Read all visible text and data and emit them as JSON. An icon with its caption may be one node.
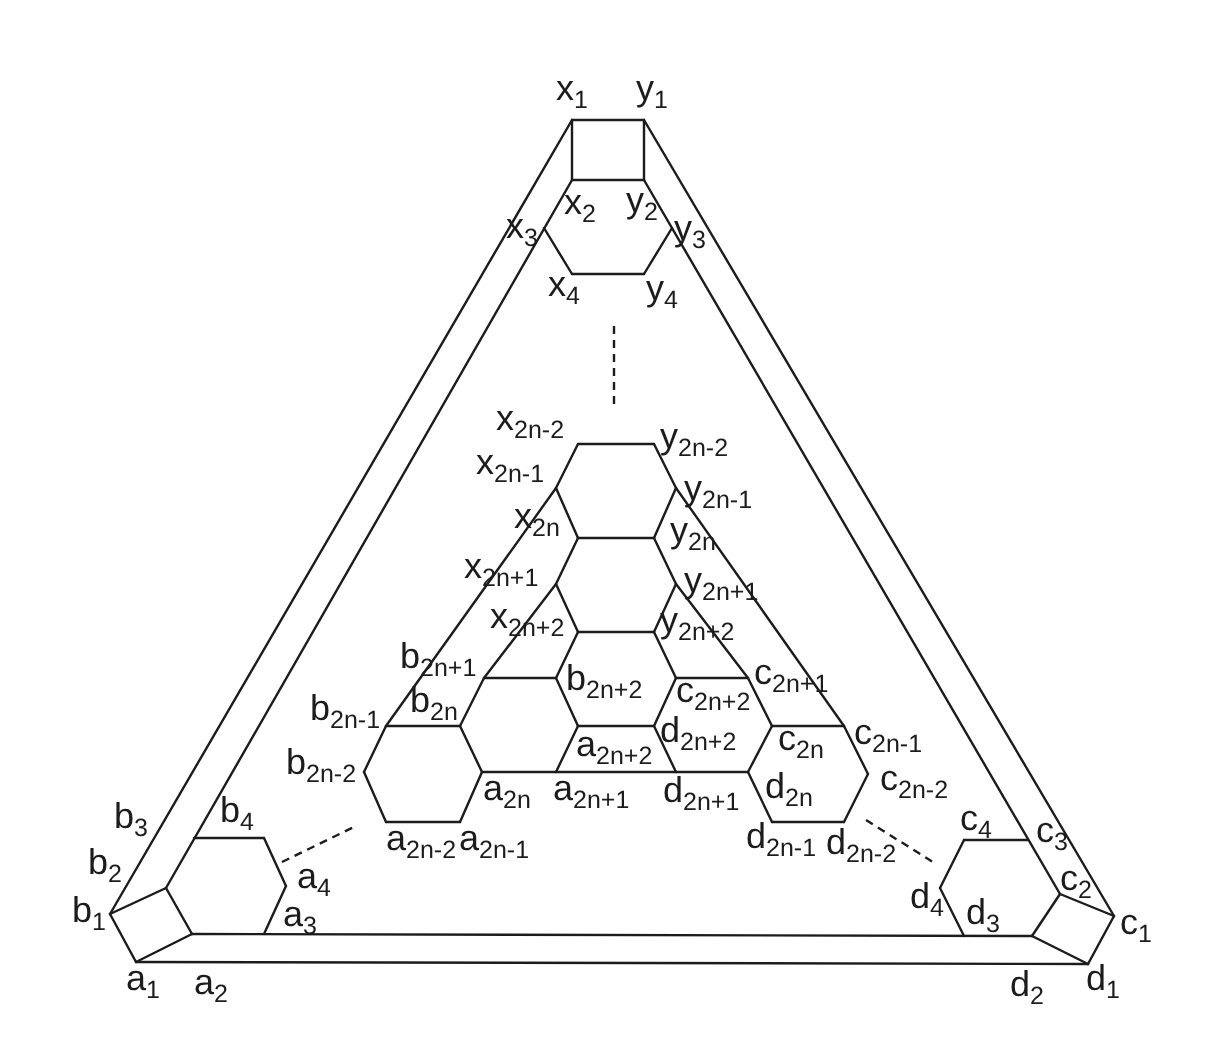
{
  "diagram": {
    "labels": [
      "x$_{1}$",
      "y$_{1}$",
      "x$_{2}$",
      "y$_{2}$",
      "x$_{3}$",
      "y$_{3}$",
      "x$_{4}$",
      "y$_{4}$",
      "x$_{2n-2}$",
      "y$_{2n-2}$",
      "x$_{2n-1}$",
      "y$_{2n-1}$",
      "x$_{2n}$",
      "y$_{2n}$",
      "x$_{2n+1}$",
      "y$_{2n+1}$",
      "x$_{2n+2}$",
      "y$_{2n+2}$",
      "b$_{2n+1}$",
      "b$_{2n+2}$",
      "c$_{2n+2}$",
      "c$_{2n+1}$",
      "b$_{2n-1}$",
      "b$_{2n}$",
      "a$_{2n+2}$",
      "d$_{2n+2}$",
      "c$_{2n}$",
      "c$_{2n-1}$",
      "b$_{2n-2}$",
      "a$_{2n}$",
      "a$_{2n+1}$",
      "d$_{2n+1}$",
      "d$_{2n}$",
      "c$_{2n-2}$",
      "b$_{3}$",
      "b$_{4}$",
      "a$_{2n-2}$",
      "a$_{2n-1}$",
      "d$_{2n-1}$",
      "d$_{2n-2}$",
      "c$_{4}$",
      "c$_{3}$",
      "b$_{2}$",
      "a$_{4}$",
      "d$_{4}$",
      "c$_{2}$",
      "b$_{1}$",
      "a$_{3}$",
      "d$_{3}$",
      "c$_{1}$",
      "a$_{1}$",
      "a$_{2}$",
      "d$_{2}$",
      "d$_{1}$"
    ]
  }
}
